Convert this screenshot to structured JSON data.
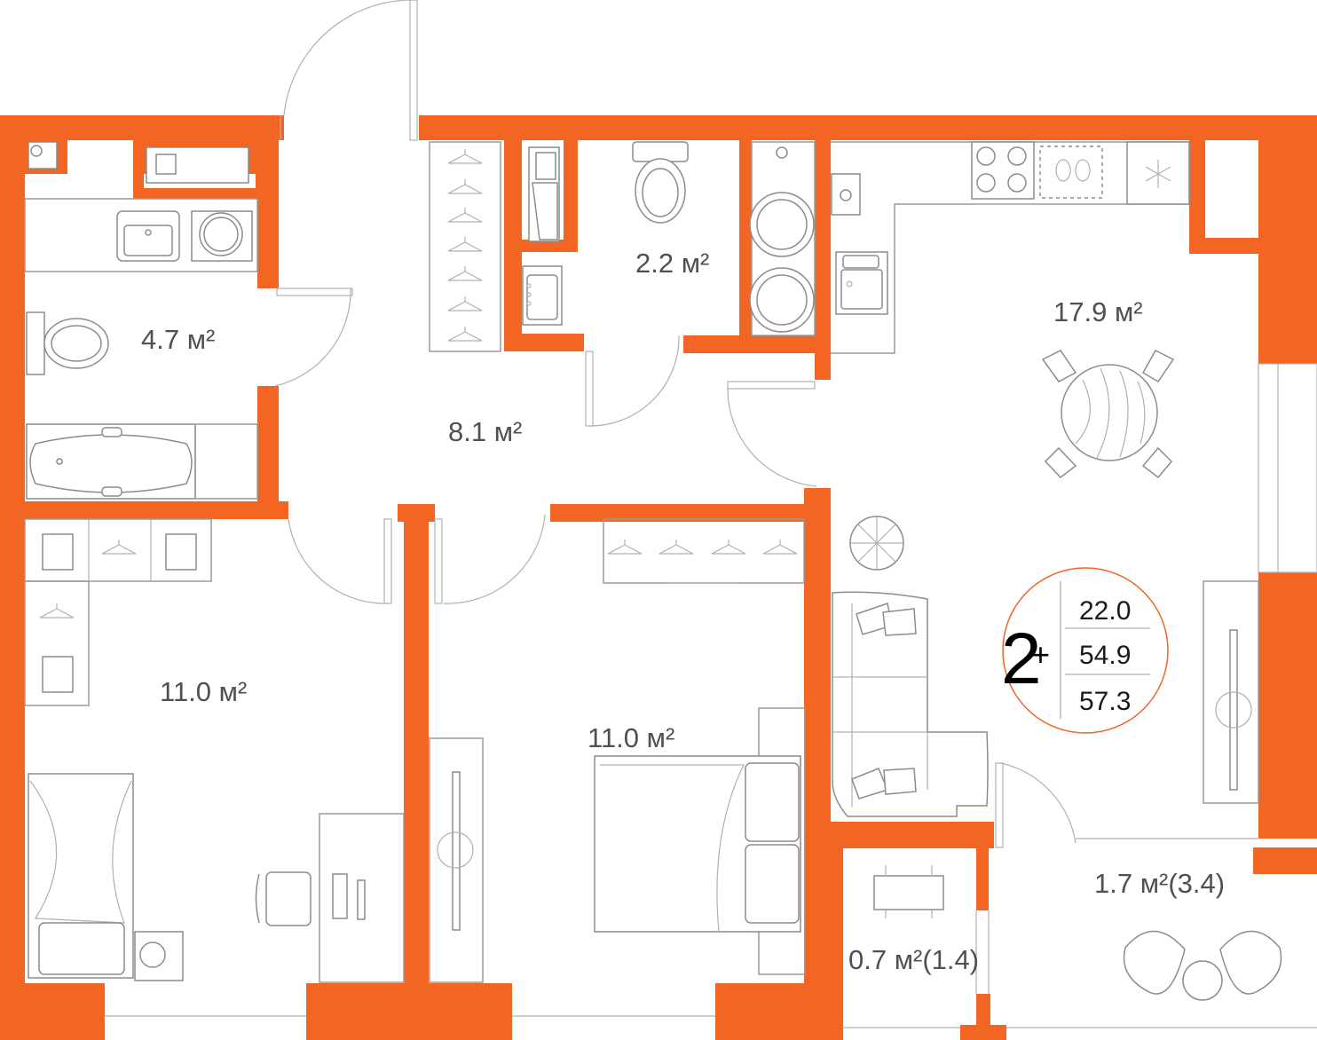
{
  "rooms": {
    "bathroom": "4.7 м²",
    "toilet": "2.2 м²",
    "hall": "8.1 м²",
    "kitchen_living": "17.9 м²",
    "bedroom_left": "11.0 м²",
    "bedroom_center": "11.0 м²",
    "balcony_small": "0.7 м²(1.4)",
    "balcony_large": "1.7 м²(3.4)"
  },
  "summary": {
    "rooms_count": "2",
    "plus": "+",
    "living_area": "22.0",
    "total_area": "54.9",
    "total_with_balcony": "57.3"
  },
  "colors": {
    "wall": "#f26522",
    "furniture_line": "#9a9a9a"
  },
  "icons": [
    "hanger-icon",
    "stove-icon",
    "snowflake-icon",
    "plant-icon",
    "toilet-icon",
    "sink-icon",
    "washer-icon"
  ]
}
